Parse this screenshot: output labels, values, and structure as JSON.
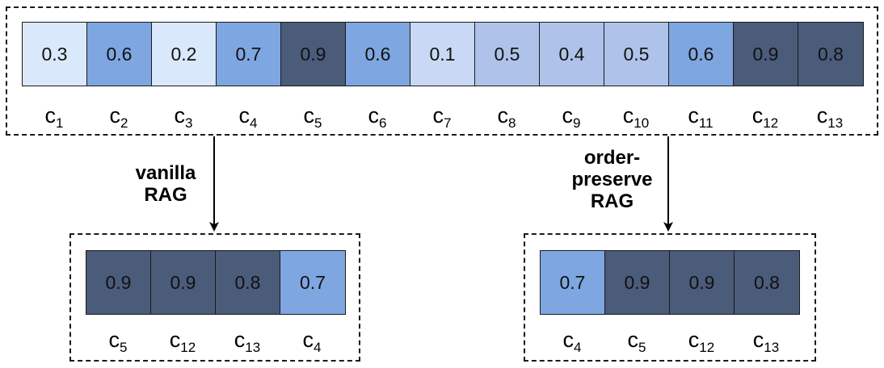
{
  "colors": {
    "very_light": "#dae8fc",
    "light": "#c9d8f4",
    "light_mid": "#afc3ea",
    "mid": "#7ea6e0",
    "dark": "#4b5b7a"
  },
  "top": {
    "chunks": [
      {
        "score": "0.3",
        "letter": "c",
        "sub": "1",
        "shade": "very_light"
      },
      {
        "score": "0.6",
        "letter": "c",
        "sub": "2",
        "shade": "mid"
      },
      {
        "score": "0.2",
        "letter": "c",
        "sub": "3",
        "shade": "very_light"
      },
      {
        "score": "0.7",
        "letter": "c",
        "sub": "4",
        "shade": "mid"
      },
      {
        "score": "0.9",
        "letter": "c",
        "sub": "5",
        "shade": "dark"
      },
      {
        "score": "0.6",
        "letter": "c",
        "sub": "6",
        "shade": "mid"
      },
      {
        "score": "0.1",
        "letter": "c",
        "sub": "7",
        "shade": "light"
      },
      {
        "score": "0.5",
        "letter": "c",
        "sub": "8",
        "shade": "light_mid"
      },
      {
        "score": "0.4",
        "letter": "c",
        "sub": "9",
        "shade": "light_mid"
      },
      {
        "score": "0.5",
        "letter": "c",
        "sub": "10",
        "shade": "light_mid"
      },
      {
        "score": "0.6",
        "letter": "c",
        "sub": "11",
        "shade": "mid"
      },
      {
        "score": "0.9",
        "letter": "c",
        "sub": "12",
        "shade": "dark"
      },
      {
        "score": "0.8",
        "letter": "c",
        "sub": "13",
        "shade": "dark"
      }
    ]
  },
  "vanilla": {
    "label_line1": "vanilla",
    "label_line2": "RAG",
    "chunks": [
      {
        "score": "0.9",
        "letter": "c",
        "sub": "5",
        "shade": "dark"
      },
      {
        "score": "0.9",
        "letter": "c",
        "sub": "12",
        "shade": "dark"
      },
      {
        "score": "0.8",
        "letter": "c",
        "sub": "13",
        "shade": "dark"
      },
      {
        "score": "0.7",
        "letter": "c",
        "sub": "4",
        "shade": "mid"
      }
    ]
  },
  "order_preserve": {
    "label_line1": "order-",
    "label_line2": "preserve",
    "label_line3": "RAG",
    "chunks": [
      {
        "score": "0.7",
        "letter": "c",
        "sub": "4",
        "shade": "mid"
      },
      {
        "score": "0.9",
        "letter": "c",
        "sub": "5",
        "shade": "dark"
      },
      {
        "score": "0.9",
        "letter": "c",
        "sub": "12",
        "shade": "dark"
      },
      {
        "score": "0.8",
        "letter": "c",
        "sub": "13",
        "shade": "dark"
      }
    ]
  }
}
